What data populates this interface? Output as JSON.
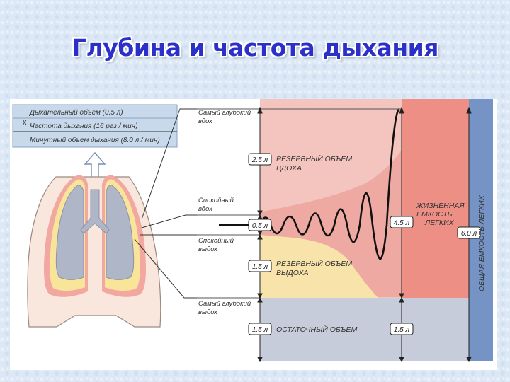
{
  "title": "Глубина и частота дыхания",
  "info_box": {
    "x_mark": "x",
    "tidal_volume": "Дыхательный объем (0.5 л)",
    "breath_rate": "Частота дыхания (16 раз / мин)",
    "minute_volume": "Минутный объем дыхания (8.0 л / мин)"
  },
  "labels": {
    "deepest_inhale": [
      "Самый глубокий",
      "вдох"
    ],
    "calm_inhale": [
      "Спокойный",
      "вдох"
    ],
    "calm_exhale": [
      "Спокойный",
      "выдох"
    ],
    "deepest_exhale": [
      "Самый глубокий",
      "выдох"
    ]
  },
  "volumes": {
    "inspiratory_reserve": {
      "value": "2.5 л",
      "name": [
        "РЕЗЕРВНЫЙ ОБЪЕМ",
        "ВДОХА"
      ]
    },
    "tidal": {
      "value": "0.5 л"
    },
    "expiratory_reserve": {
      "value": "1.5 л",
      "name": [
        "РЕЗЕРВНЫЙ ОБЪЕМ",
        "ВЫДОХА"
      ]
    },
    "residual": {
      "value": "1.5 л",
      "name": "ОСТАТОЧНЫЙ ОБЪЕМ"
    },
    "vital_capacity": {
      "value": "4.5 л",
      "name": [
        "ЖИЗНЕННАЯ",
        "ЕМКОСТЬ",
        "ЛЕГКИХ"
      ]
    },
    "residual_right": {
      "value": "1.5 л"
    },
    "total_capacity": {
      "value": "6.0 л",
      "name": "ОБЩАЯ ЕМКОСТЬ ЛЕГКИХ"
    }
  },
  "colors": {
    "title": "#2b30c8",
    "inspiratory_zone": "#f4c4bf",
    "expiratory_zone": "#f8e3ab",
    "residual_zone": "#c6ccd9",
    "vital_capacity_zone": "#ee8f86",
    "total_capacity_bar": "#7593c5",
    "info_box": "#c9d9ec"
  }
}
